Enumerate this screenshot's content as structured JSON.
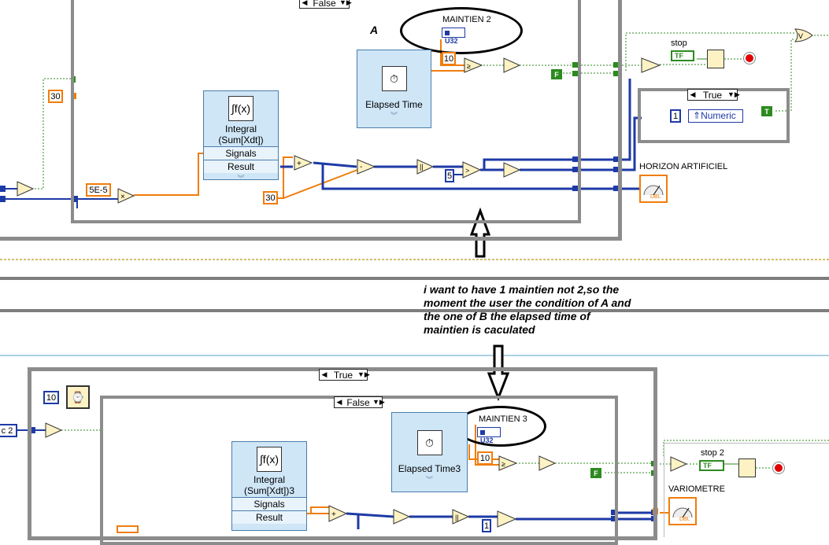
{
  "top_diagram": {
    "selector_outer_value": "False",
    "label_a": "A",
    "maintien_label": "MAINTIEN 2",
    "maintien_type": "U32",
    "const_10": "10",
    "const_30_left": "30",
    "const_5e5": "5E-5",
    "const_30_bottom": "30",
    "const_5": "5",
    "const_f": "F",
    "const_t": "T",
    "const_1": "1",
    "numeric_label": "Numeric",
    "stop_label": "stop",
    "stop_type": "TF",
    "case_true": "True",
    "horizon_label": "HORIZON ARTIFICIEL",
    "gauge_type": "DBL",
    "integral": {
      "title1": "Integral",
      "title2": "(Sum[Xdt])",
      "signals": "Signals",
      "result": "Result"
    },
    "elapsed": {
      "title": "Elapsed Time"
    }
  },
  "comment": {
    "line1": "i want to have 1 maintien not 2,so the",
    "line2": "moment the user the condition of A and",
    "line3": "the one of B the elapsed time of",
    "line4": "maintien is caculated"
  },
  "bottom_diagram": {
    "selector_outer_value": "True",
    "selector_inner_value": "False",
    "const_10_left": "10",
    "cluster_label": "c 2",
    "maintien_label": "MAINTIEN 3",
    "maintien_type": "U32",
    "const_10": "10",
    "const_f": "F",
    "stop_label": "stop 2",
    "stop_type": "TF",
    "vario_label": "VARIOMETRE",
    "gauge_type": "DBL",
    "const_1": "1",
    "integral": {
      "title1": "Integral",
      "title2": "(Sum[Xdt])3",
      "signals": "Signals",
      "result": "Result"
    },
    "elapsed": {
      "title": "Elapsed Time3"
    }
  },
  "colors": {
    "frame": "#8c8c8c",
    "wire_blue": "#1d3aa6",
    "wire_orange": "#f07d0a",
    "wire_green": "#2c8a1f",
    "express_bg": "#cfe6f7"
  }
}
